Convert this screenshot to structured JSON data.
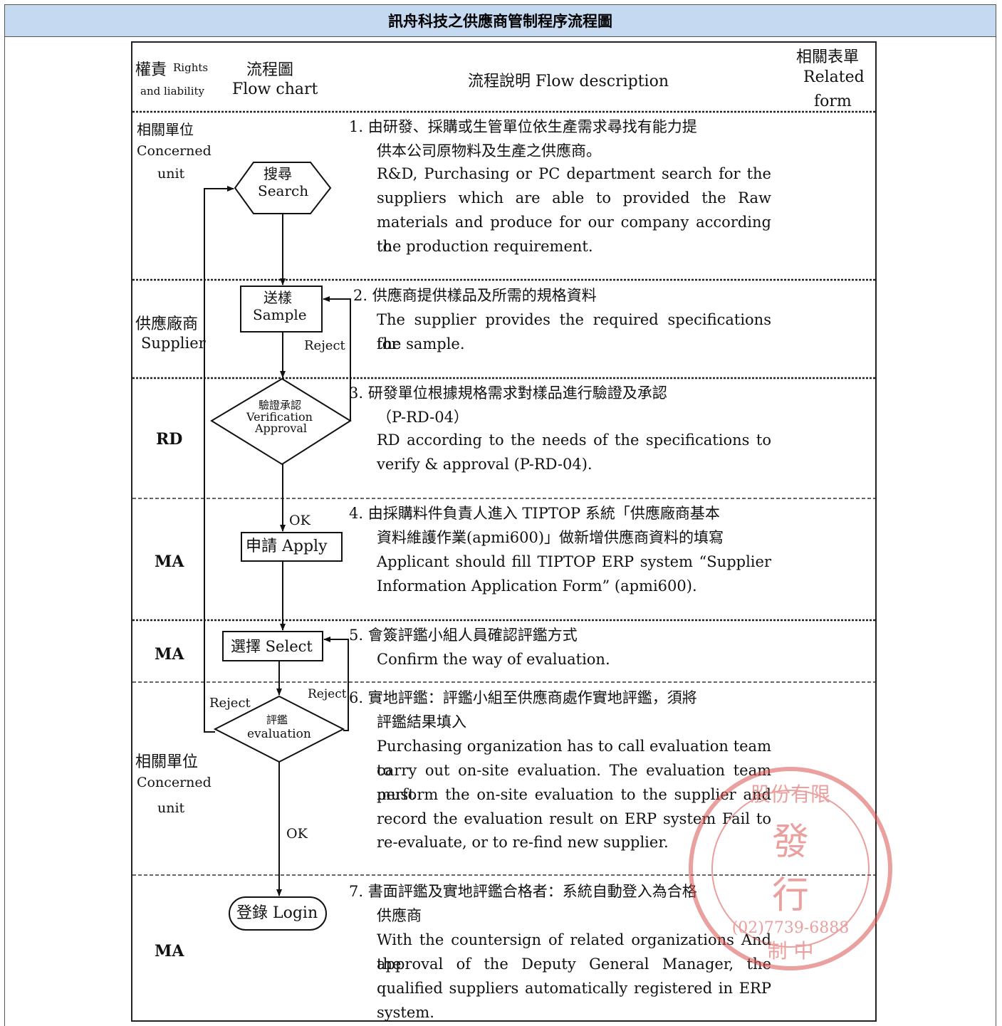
{
  "title": "訊舟科技之供應商管制程序流程圖",
  "header": {
    "rights_zh": "權責",
    "rights_en": "Rights",
    "rights_en2": "and liability",
    "flowchart_zh": "流程圖",
    "flowchart_en": "Flow chart",
    "desc_label": "流程說明 Flow description",
    "form_zh": "相關表單",
    "form_en1": "Related",
    "form_en2": "form"
  },
  "roles": {
    "r1_zh": "相關單位",
    "r1_en1": "Concerned",
    "r1_en2": "unit",
    "r2_zh": "供應廠商",
    "r2_en": "Supplier",
    "r3": "RD",
    "r4": "MA",
    "r5": "MA",
    "r6_zh": "相關單位",
    "r6_en1": "Concerned",
    "r6_en2": "unit",
    "r7": "MA"
  },
  "nodes": {
    "search_zh": "搜尋",
    "search_en": "Search",
    "sample_zh": "送樣",
    "sample_en": "Sample",
    "verify_zh": "驗證承認",
    "verify_en1": "Verification",
    "verify_en2": "Approval",
    "apply": "申請 Apply",
    "select": "選擇 Select",
    "eval_zh": "評鑑",
    "eval_en": "evaluation",
    "login": "登錄 Login"
  },
  "edges": {
    "reject1": "Reject",
    "ok1": "OK",
    "reject_left": "Reject",
    "reject_right": "Reject",
    "ok2": "OK"
  },
  "steps": {
    "s1": [
      "1. 由研發、採購或生管單位依生產需求尋找有能力提",
      "供本公司原物料及生產之供應商。",
      "R&D, Purchasing or PC department search for the",
      "suppliers which are able to provided the Raw",
      "materials and produce for our company according to",
      "the production requirement."
    ],
    "s2": [
      "2. 供應商提供樣品及所需的規格資料",
      "The supplier provides the required specifications for",
      "the sample."
    ],
    "s3": [
      "3. 研發單位根據規格需求對樣品進行驗證及承認",
      "（P-RD-04）",
      "RD according to the needs of the specifications to",
      "verify & approval (P-RD-04)."
    ],
    "s4": [
      "4. 由採購料件負責人進入 TIPTOP 系統「供應廠商基本",
      "資料維護作業(apmi600)」做新增供應商資料的填寫",
      "Applicant should fill TIPTOP ERP system “Supplier",
      "Information Application Form” (apmi600)."
    ],
    "s5": [
      "5. 會簽評鑑小組人員確認評鑑方式",
      "Confirm the way of evaluation."
    ],
    "s6": [
      "6. 實地評鑑：評鑑小組至供應商處作實地評鑑，須將",
      "評鑑結果填入",
      "Purchasing organization has to call evaluation team to",
      "carry out on-site evaluation. The evaluation team must",
      "perform the on-site evaluation to the supplier and",
      "record the evaluation result on ERP system Fail to",
      "re-evaluate, or to re-find new supplier."
    ],
    "s7": [
      "7. 書面評鑑及實地評鑑合格者：系統自動登入為合格",
      "供應商",
      "With the countersign of related organizations And the",
      "approval of the Deputy General Manager, the",
      "qualified suppliers automatically registered in ERP",
      "system."
    ]
  },
  "stamp": {
    "text_top": "股份有限",
    "text_mid": "發",
    "text_mid2": "行",
    "text_phone": "(02)7739-6888",
    "text_bottom": "制 中",
    "color": "#d9534f"
  }
}
